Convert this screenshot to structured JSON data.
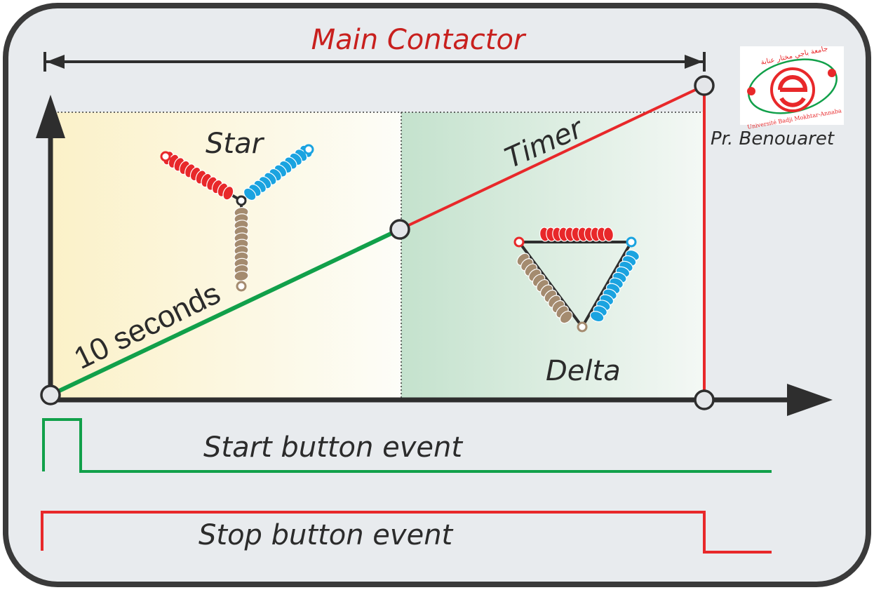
{
  "title": "Main Contactor",
  "author": "Pr. Benouaret",
  "logo": {
    "arabic_text": "جامعة باجي مختار عنابة",
    "latin_text": "Université Badji Mokhtar-Annaba"
  },
  "labels": {
    "star": "Star",
    "delta": "Delta",
    "timer": "Timer",
    "duration": "10 seconds",
    "start_event": "Start button event",
    "stop_event": "Stop button event"
  },
  "colors": {
    "green": "#11a04a",
    "red": "#e8282a",
    "blue": "#1aa3e0",
    "brown": "#a48b6f",
    "dark": "#2e2e2e",
    "frame_fill": "#e8ebee",
    "star_region": "#fbf5d8",
    "delta_region": "#cde6d5"
  }
}
